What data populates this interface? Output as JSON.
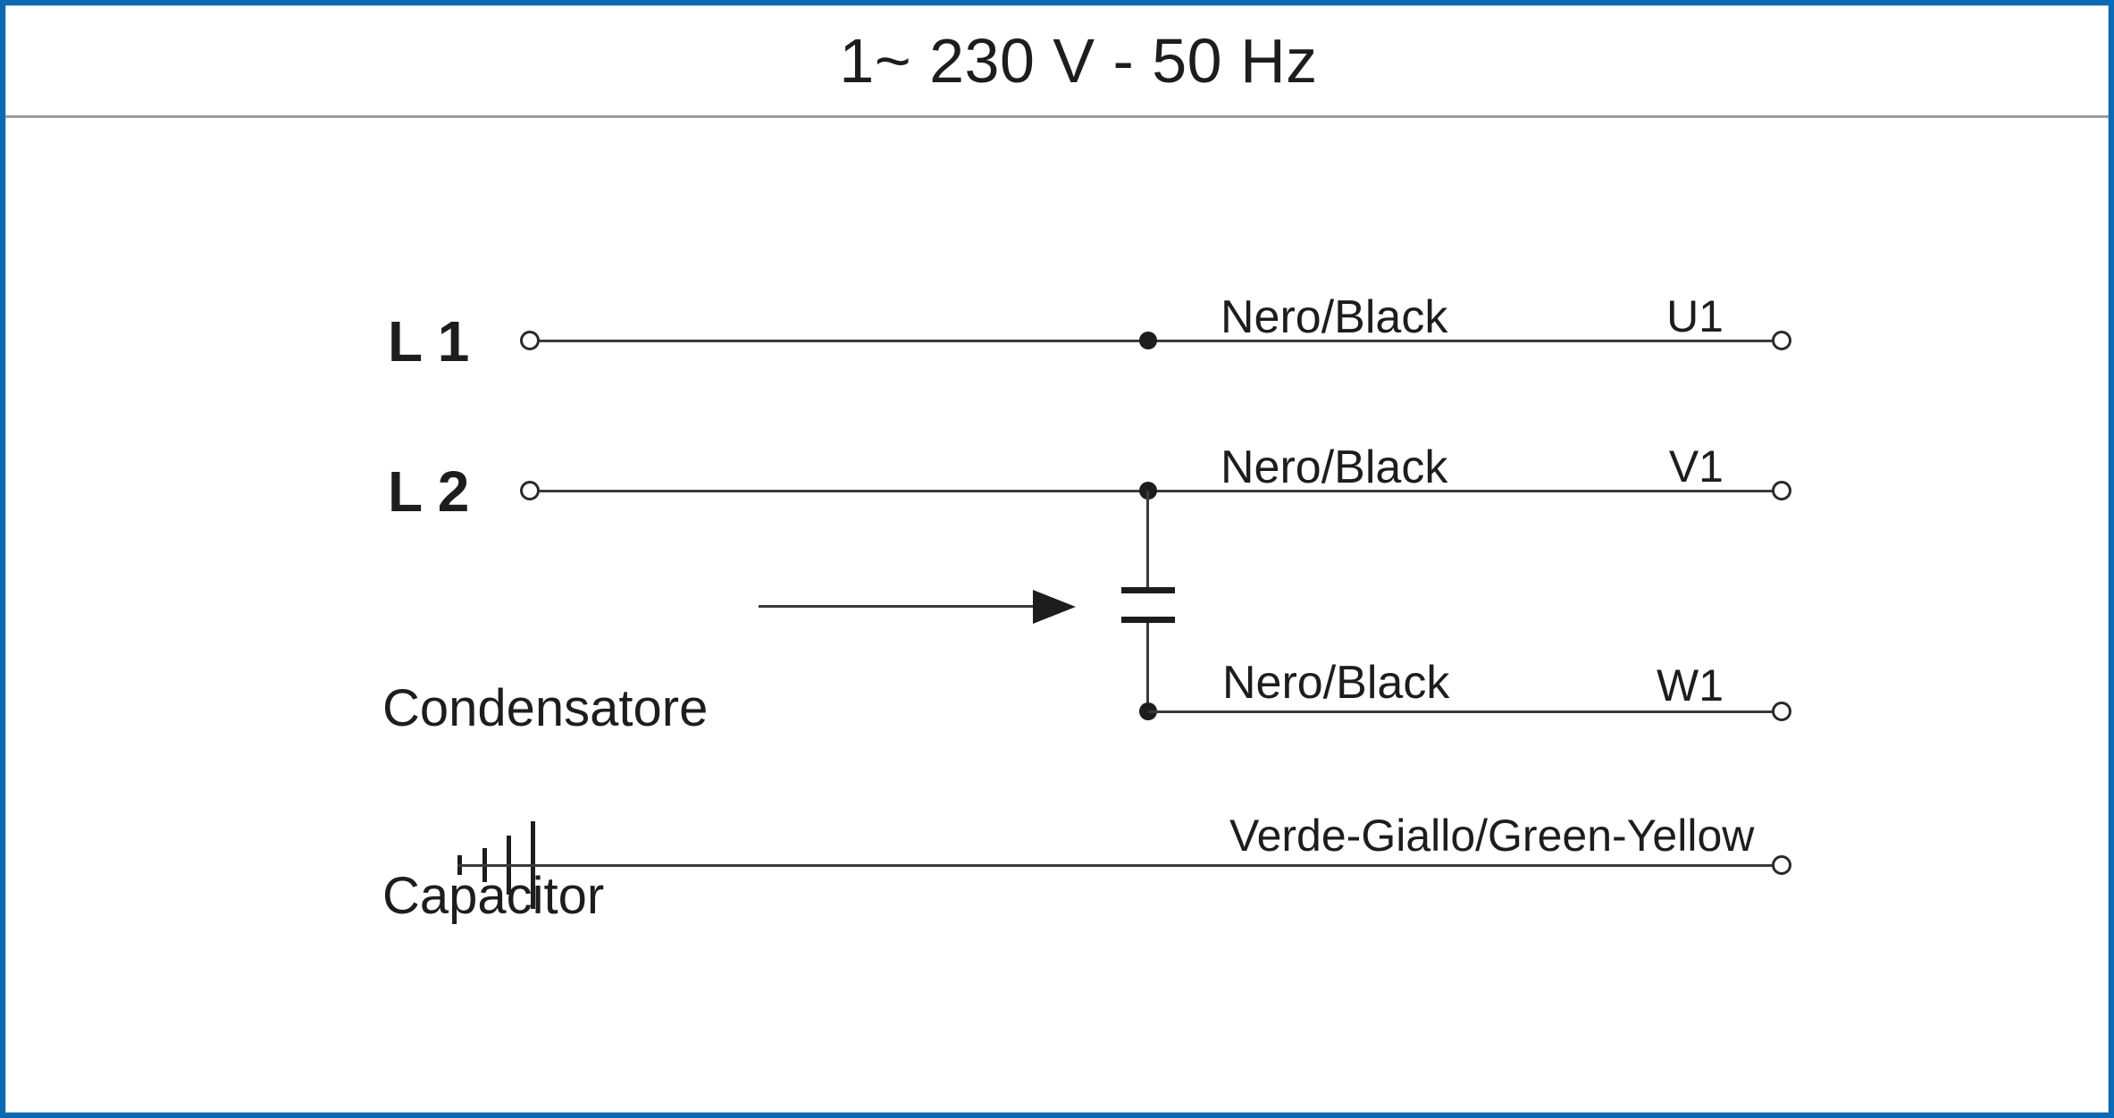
{
  "title": "1~ 230 V - 50 Hz",
  "colors": {
    "border_blue": "#0b6ab3",
    "separator_gray": "#9c9c9c",
    "ink_black": "#1d1d1d",
    "wire_gray": "#3a3a3a"
  },
  "supplies": [
    {
      "label": "L 1"
    },
    {
      "label": "L 2"
    }
  ],
  "capacitor": {
    "label_italian": "Condensatore",
    "label_english": "Capacitor"
  },
  "wires": [
    {
      "color_label": "Nero/Black",
      "terminal": "U1"
    },
    {
      "color_label": "Nero/Black",
      "terminal": "V1"
    },
    {
      "color_label": "Nero/Black",
      "terminal": "W1"
    },
    {
      "color_label": "Verde-Giallo/Green-Yellow"
    }
  ]
}
